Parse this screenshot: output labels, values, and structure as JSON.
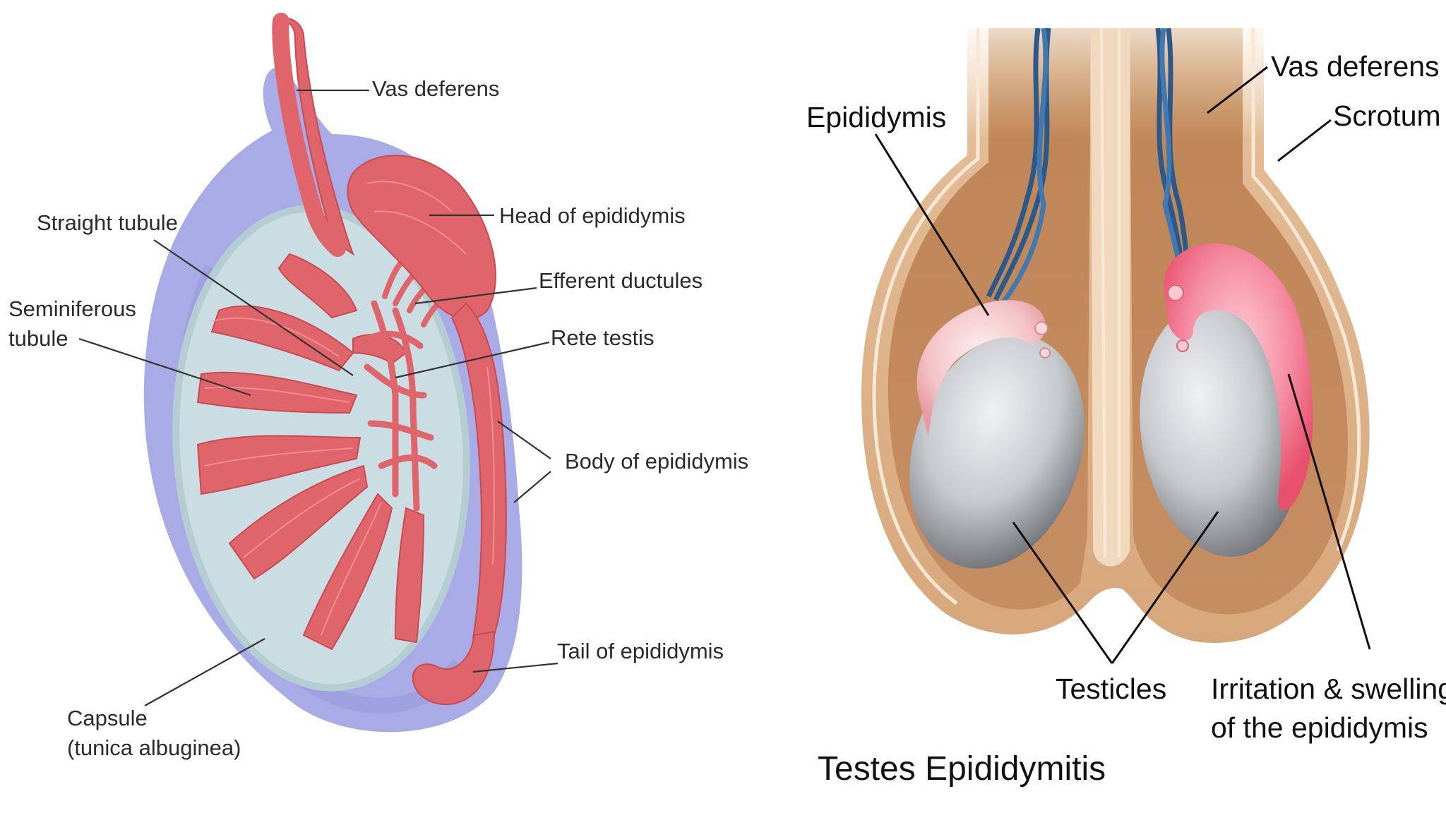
{
  "left_diagram": {
    "labels": {
      "vas_deferens": "Vas deferens",
      "head_of_epididymis": "Head of epididymis",
      "straight_tubule": "Straight tubule",
      "efferent_ductules": "Efferent ductules",
      "seminiferous_line1": "Seminiferous",
      "seminiferous_line2": "tubule",
      "rete_testis": "Rete testis",
      "body_of_epididymis": "Body of epididymis",
      "tail_of_epididymis": "Tail of epididymis",
      "capsule_line1": "Capsule",
      "capsule_line2": "(tunica albuginea)"
    },
    "colors": {
      "capsule": "#a9abe6",
      "capsule_dark": "#8f92d8",
      "testis_interior": "#c9dde2",
      "tubule": "#e0656a",
      "tubule_dark": "#c94a50"
    }
  },
  "right_diagram": {
    "labels": {
      "epididymis": "Epididymis",
      "vas_deferens": "Vas deferens",
      "scrotum": "Scrotum",
      "testicles": "Testicles",
      "irritation_line1": "Irritation & swelling",
      "irritation_line2": "of the epididymis"
    },
    "title": "Testes Epididymitis",
    "colors": {
      "scrotum_outer": "#e7c7a4",
      "scrotum_inner": "#c48a5e",
      "scrotum_wall": "#f6e6d2",
      "testicle": "#c8cbcf",
      "epididymis_normal": "#f4c3c6",
      "epididymis_inflamed": "#f27f93",
      "spermatic_cord": "#2b5a8a"
    }
  }
}
